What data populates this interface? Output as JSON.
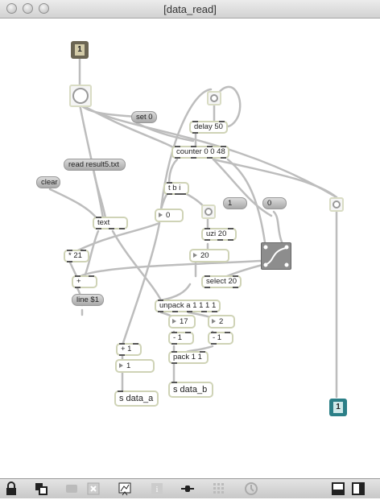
{
  "window": {
    "title": "[data_read]"
  },
  "canvas": {
    "inlet_1": "1",
    "outlet_1": "1",
    "msg_set": "set 0",
    "obj_delay": "delay 50",
    "obj_counter": "counter 0 0 48",
    "msg_read": "read result5.txt",
    "msg_clear": "clear",
    "obj_tbi": "t b i",
    "num_0": "0",
    "obj_text": "text",
    "obj_uzi": "uzi 20",
    "msg_1": "1",
    "msg_0": "0",
    "obj_mul21": "* 21",
    "num_20": "20",
    "obj_plus": "+",
    "obj_select": "select 20",
    "msg_line": "line $1",
    "obj_unpack": "unpack a 1 1 1 1",
    "num_17": "17",
    "num_2": "2",
    "obj_minus1_a": "- 1",
    "obj_minus1_b": "- 1",
    "obj_plus1": "+ 1",
    "obj_pack": "pack 1 1",
    "num_1": "1",
    "obj_send_a": "s data_a",
    "obj_send_b": "s data_b"
  },
  "toolbar": {
    "icons": [
      "lock-icon",
      "patcher-icon",
      "presentation-icon",
      "delete-icon",
      "debug-icon",
      "inspector-icon",
      "slider-icon",
      "grid-icon",
      "clock-icon",
      "split-horizontal-icon",
      "split-vertical-icon"
    ]
  }
}
